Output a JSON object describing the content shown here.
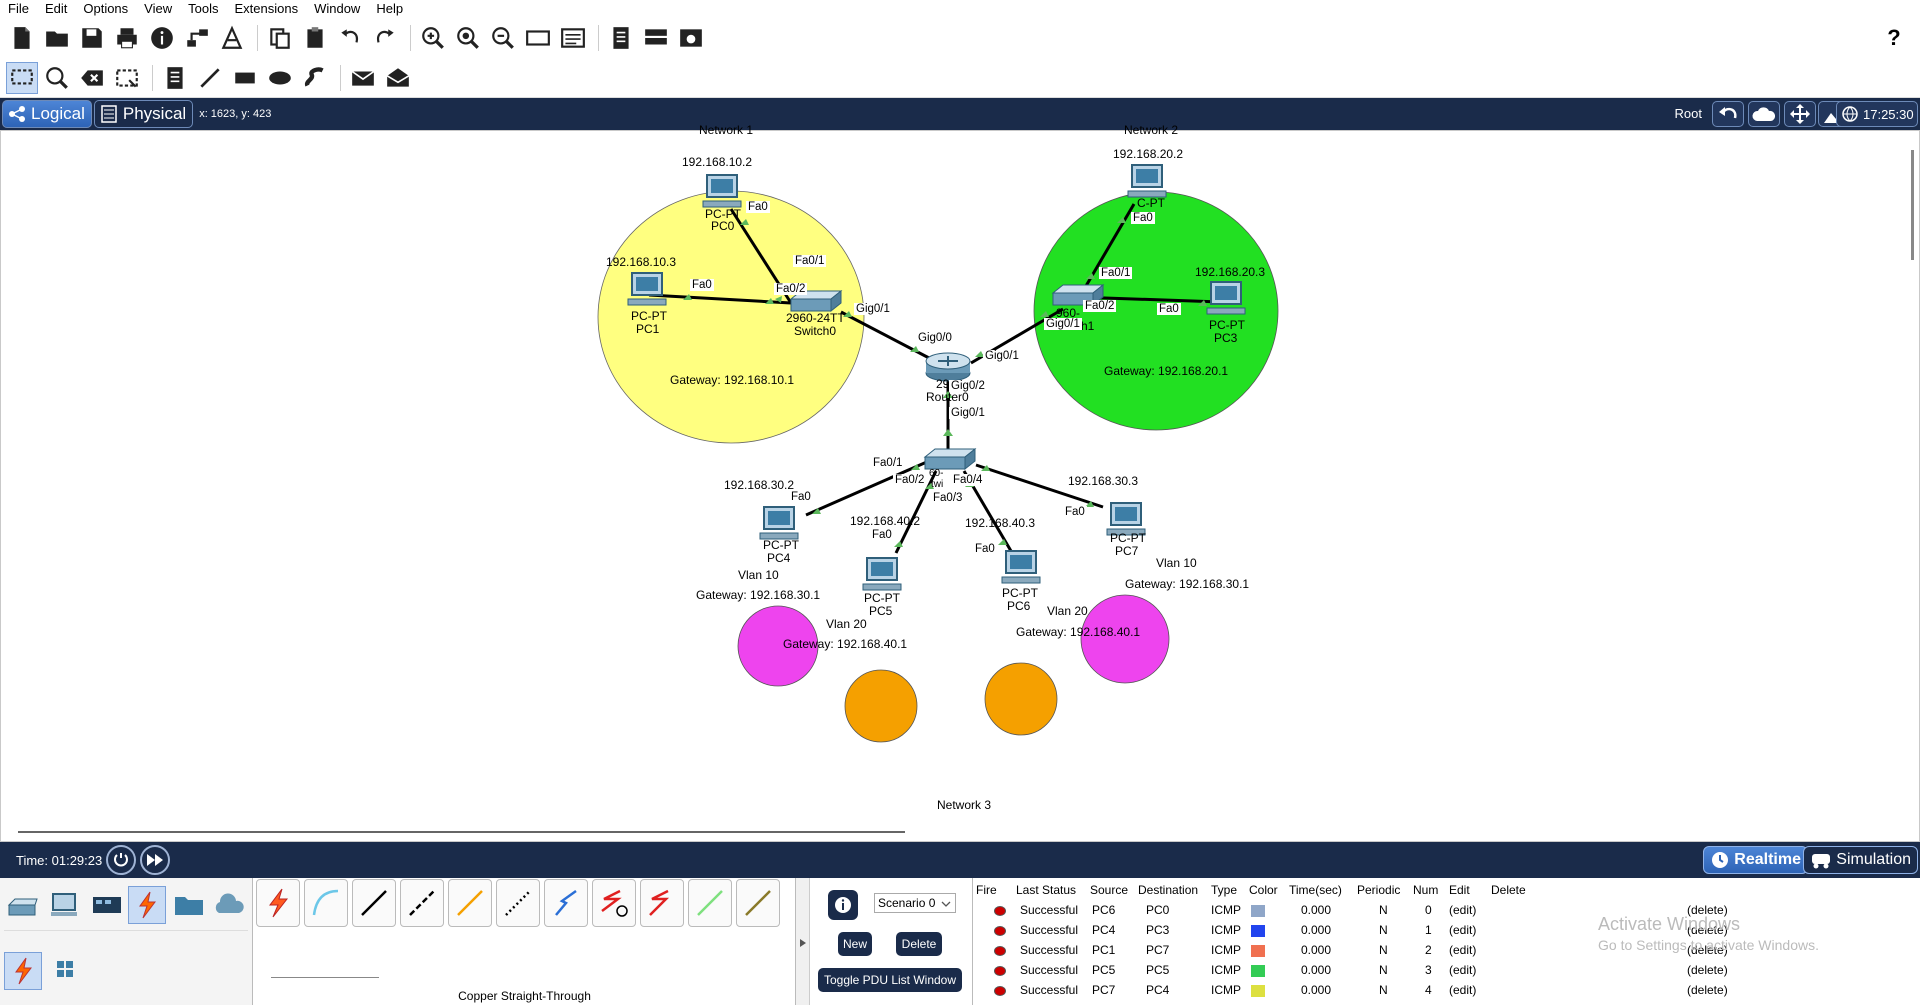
{
  "menu": [
    "File",
    "Edit",
    "Options",
    "View",
    "Tools",
    "Extensions",
    "Window",
    "Help"
  ],
  "toolbar": {
    "main_icons": [
      "new-file-icon",
      "open-folder-icon",
      "save-icon",
      "print-icon",
      "info-icon",
      "network-wizard-icon",
      "activity-wizard-icon",
      "copy-icon",
      "paste-icon",
      "undo-icon",
      "redo-icon",
      "zoom-in-icon",
      "zoom-reset-icon",
      "zoom-out-icon",
      "drawing-palette-icon",
      "custom-device-icon",
      "notes-icon",
      "cluster-icon",
      "screenshot-icon"
    ],
    "help_label": "?",
    "tool_icons": [
      "select-icon",
      "inspect-icon",
      "delete-icon",
      "resize-icon",
      "note-icon",
      "line-icon",
      "rectangle-icon",
      "ellipse-icon",
      "freeform-icon",
      "simple-pdu-icon",
      "complex-pdu-icon"
    ]
  },
  "workspace": {
    "logical_label": "Logical",
    "physical_label": "Physical",
    "coords": "x: 1623, y: 423",
    "root_label": "Root",
    "clock": "17:25:30"
  },
  "topology": {
    "labels": {
      "network1": "Network 1",
      "network2": "Network 2",
      "network3": "Network 3",
      "pc0_ip": "192.168.10.2",
      "pc1_ip": "192.168.10.3",
      "pc2_ip": "192.168.20.2",
      "pc3_ip": "192.168.20.3",
      "pc4_ip": "192.168.30.2",
      "pc7_ip": "192.168.30.3",
      "pc5_ip": "192.168.40.2",
      "pc6_ip": "192.168.40.3",
      "gw1": "Gateway: 192.168.10.1",
      "gw2": "Gateway: 192.168.20.1",
      "gw_pc4": "Gateway: 192.168.30.1",
      "gw_pc7": "Gateway: 192.168.30.1",
      "gw_pc5": "Gateway: 192.168.40.1",
      "gw_pc6": "Gateway: 192.168.40.1",
      "vlan_pc4": "Vlan 10",
      "vlan_pc7": "Vlan 10",
      "vlan_pc5": "Vlan 20",
      "vlan_pc6": "Vlan 20"
    },
    "devices": {
      "pc0_type": "PC-PT",
      "pc0_name": "PC0",
      "pc1_type": "PC-PT",
      "pc1_name": "PC1",
      "pc2_type": "C-PT",
      "pc3_type": "PC-PT",
      "pc3_name": "PC3",
      "pc4_type": "PC-PT",
      "pc4_name": "PC4",
      "pc5_type": "PC-PT",
      "pc5_name": "PC5",
      "pc6_type": "PC-PT",
      "pc6_name": "PC6",
      "pc7_type": "PC-PT",
      "pc7_name": "PC7",
      "switch0_type": "2960-24TT",
      "switch0_name": "Switch0",
      "switch1_type": "960-",
      "switch1_name": "h1",
      "switch2_type": "60-",
      "switch2_name": "twi",
      "router_type": "29",
      "router_name": "Router0"
    },
    "ports": {
      "pc0_fa0": "Fa0",
      "sw0_fa01": "Fa0/1",
      "pc1_fa0": "Fa0",
      "sw0_fa02": "Fa0/2",
      "sw0_gig01": "Gig0/1",
      "r_gig00": "Gig0/0",
      "r_gig01": "Gig0/1",
      "r_gig02": "Gig0/2",
      "pc2_fa0": "Fa0",
      "sw1_fa01": "Fa0/1",
      "sw1_fa02": "Fa0/2",
      "sw1_gig01": "Gig0/1",
      "pc3_fa0": "Fa0",
      "sw2_gig01": "Gig0/1",
      "sw2_fa01": "Fa0/1",
      "sw2_fa02": "Fa0/2",
      "sw2_fa03": "Fa0/3",
      "sw2_fa04": "Fa0/4",
      "pc4_fa0": "Fa0",
      "pc5_fa0": "Fa0",
      "pc6_fa0": "Fa0",
      "pc7_fa0": "Fa0"
    },
    "colors": {
      "network1": "#ffff80",
      "network2": "#22e022",
      "vlan10": "#ee44ee",
      "vlan20": "#f5a000",
      "link": "#000000",
      "link_up": "#5cb85c"
    }
  },
  "statusbar": {
    "time": "Time: 01:29:23",
    "realtime_label": "Realtime",
    "simulation_label": "Simulation"
  },
  "device_panel": {
    "categories": [
      "network-devices-icon",
      "end-devices-icon",
      "components-icon",
      "connections-icon",
      "miscellaneous-icon",
      "multiuser-icon"
    ],
    "sub": [
      "connections-sub-icon",
      "grid-icon"
    ]
  },
  "cables": {
    "types": [
      "automatic-cable-icon",
      "console-cable-icon",
      "copper-straight-icon",
      "copper-cross-icon",
      "fiber-icon",
      "phone-cable-icon",
      "coaxial-cable-icon",
      "serial-dce-icon",
      "serial-dte-icon",
      "octal-cable-icon",
      "iot-cable-icon"
    ],
    "selected_name": "Copper Straight-Through"
  },
  "scenario": {
    "info_label": "i",
    "selected": "Scenario 0",
    "new_label": "New",
    "delete_label": "Delete",
    "toggle_label": "Toggle PDU List Window"
  },
  "pdu_list": {
    "headers": [
      "Fire",
      "Last Status",
      "Source",
      "Destination",
      "Type",
      "Color",
      "Time(sec)",
      "Periodic",
      "Num",
      "Edit",
      "Delete"
    ],
    "rows": [
      {
        "status": "Successful",
        "source": "PC6",
        "dest": "PC0",
        "type": "ICMP",
        "color": "#8fa6c8",
        "time": "0.000",
        "periodic": "N",
        "num": "0",
        "edit": "(edit)",
        "delete": "(delete)"
      },
      {
        "status": "Successful",
        "source": "PC4",
        "dest": "PC3",
        "type": "ICMP",
        "color": "#2244ee",
        "time": "0.000",
        "periodic": "N",
        "num": "1",
        "edit": "(edit)",
        "delete": "(delete)"
      },
      {
        "status": "Successful",
        "source": "PC1",
        "dest": "PC7",
        "type": "ICMP",
        "color": "#f07050",
        "time": "0.000",
        "periodic": "N",
        "num": "2",
        "edit": "(edit)",
        "delete": "(delete)"
      },
      {
        "status": "Successful",
        "source": "PC5",
        "dest": "PC5",
        "type": "ICMP",
        "color": "#33cc55",
        "time": "0.000",
        "periodic": "N",
        "num": "3",
        "edit": "(edit)",
        "delete": "(delete)"
      },
      {
        "status": "Successful",
        "source": "PC7",
        "dest": "PC4",
        "type": "ICMP",
        "color": "#dde040",
        "time": "0.000",
        "periodic": "N",
        "num": "4",
        "edit": "(edit)",
        "delete": "(delete)"
      }
    ]
  },
  "watermark": {
    "line1": "Activate Windows",
    "line2": "Go to Settings to activate Windows."
  }
}
